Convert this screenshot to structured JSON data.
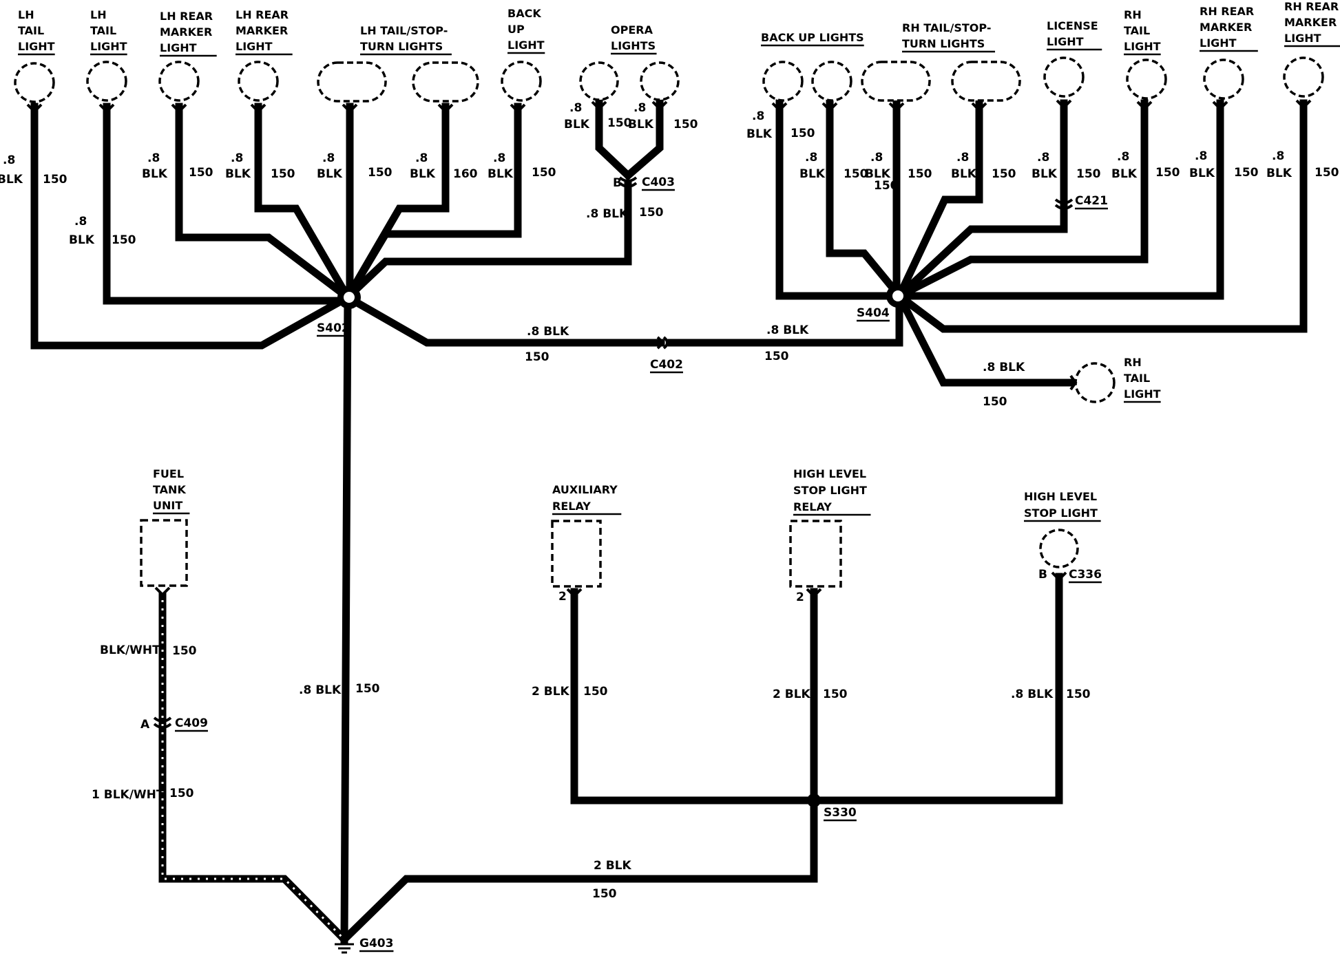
{
  "components": {
    "lh_tail_1": "LH TAIL LIGHT",
    "lh_tail_2": "LH TAIL LIGHT",
    "lh_rear_marker_1": "LH REAR MARKER LIGHT",
    "lh_rear_marker_2": "LH REAR MARKER LIGHT",
    "lh_tail_stop_turn": "LH TAIL/STOP-TURN LIGHTS",
    "back_up_light": "BACK UP LIGHT",
    "opera_lights": "OPERA LIGHTS",
    "back_up_lights": "BACK UP LIGHTS",
    "rh_tail_stop_turn": "RH TAIL/STOP-TURN LIGHTS",
    "license_light": "LICENSE LIGHT",
    "rh_tail_1": "RH TAIL LIGHT",
    "rh_rear_marker_1": "RH REAR MARKER LIGHT",
    "rh_rear_marker_2": "RH REAR MARKER LIGHT",
    "rh_tail_2": "RH TAIL LIGHT",
    "fuel_tank_unit": "FUEL TANK UNIT",
    "auxiliary_relay": "AUXILIARY RELAY",
    "high_level_stop_light_relay": "HIGH LEVEL STOP LIGHT RELAY",
    "high_level_stop_light": "HIGH LEVEL STOP LIGHT"
  },
  "splices": {
    "s402": "S402",
    "s404": "S404",
    "s330": "S330"
  },
  "connectors": {
    "c403": "C403",
    "c421": "C421",
    "c402": "C402",
    "c409": "C409",
    "c336": "C336"
  },
  "ground": "G403",
  "pins": {
    "b": "B",
    "a": "A",
    "two": "2"
  },
  "wire": {
    "size_08": ".8",
    "color_blk": "BLK",
    "circuit": "150",
    "circuit_alt": "160",
    "w_08blk": ".8 BLK",
    "w_2blk": "2 BLK",
    "w_blkwht": "BLK/WHT",
    "w_1blkwht": "1 BLK/WHT"
  }
}
